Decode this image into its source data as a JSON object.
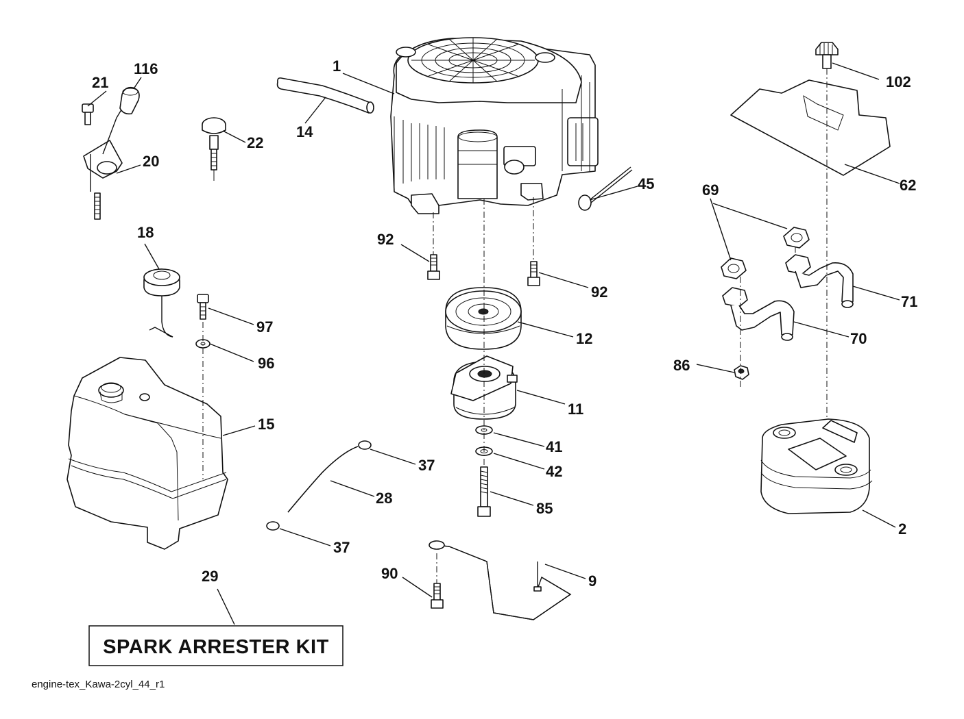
{
  "diagram": {
    "callouts": {
      "c1": "1",
      "c2": "2",
      "c9": "9",
      "c11": "11",
      "c12": "12",
      "c14": "14",
      "c15": "15",
      "c18": "18",
      "c20": "20",
      "c21": "21",
      "c22": "22",
      "c28": "28",
      "c29": "29",
      "c37a": "37",
      "c37b": "37",
      "c41": "41",
      "c42": "42",
      "c45": "45",
      "c62": "62",
      "c69": "69",
      "c70": "70",
      "c71": "71",
      "c85": "85",
      "c86": "86",
      "c90": "90",
      "c92a": "92",
      "c92b": "92",
      "c96": "96",
      "c97": "97",
      "c102": "102",
      "c116": "116"
    },
    "kit_label": "SPARK ARRESTER KIT",
    "footer": "engine-tex_Kawa-2cyl_44_r1"
  }
}
